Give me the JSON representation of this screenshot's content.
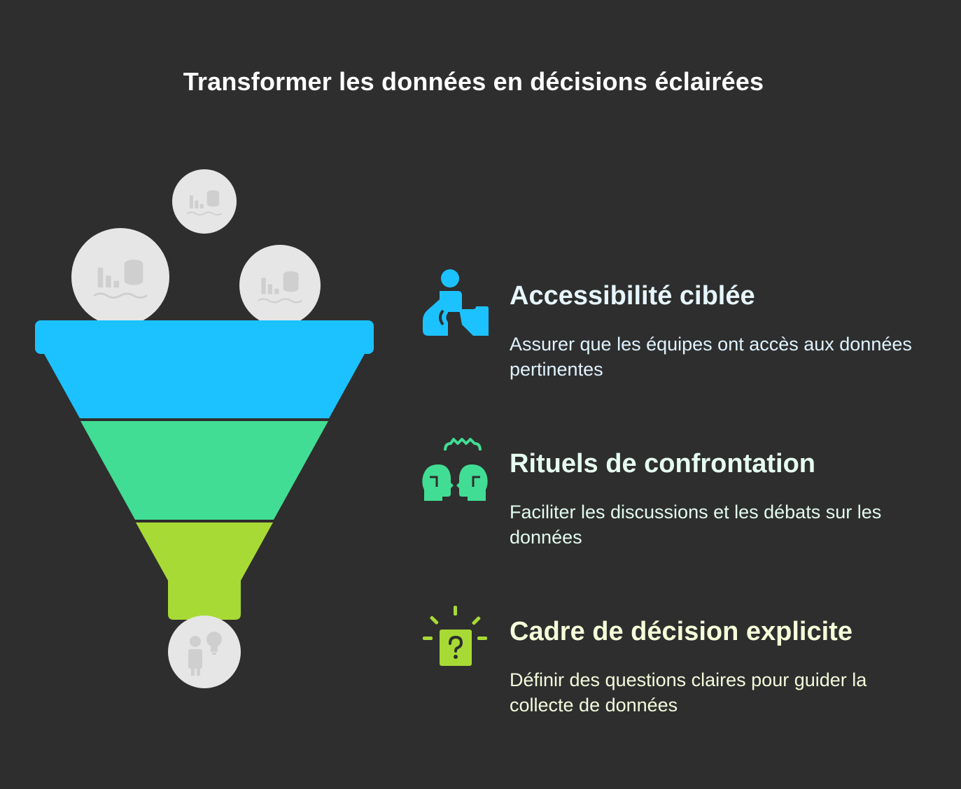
{
  "title": "Transformer les données en décisions éclairées",
  "funnel": {
    "stages": [
      {
        "name": "accessibility-stage",
        "color": "#1cc2ff"
      },
      {
        "name": "confrontation-stage",
        "color": "#42dd94"
      },
      {
        "name": "decision-stage",
        "color": "#a8da35"
      }
    ],
    "inputs_icon": "data-chart-database-icon",
    "output_icon": "person-lightbulb-icon",
    "bubble_color": "#e6e6e6"
  },
  "items": [
    {
      "heading": "Accessibilité ciblée",
      "description": "Assurer que les équipes ont accès aux données pertinentes",
      "icon": "person-access-icon",
      "color": "#1cc2ff",
      "heading_color": "#e6f6ff",
      "desc_color": "#dff3ff"
    },
    {
      "heading": "Rituels de confrontation",
      "description": "Faciliter les discussions et les débats sur les données",
      "icon": "debate-heads-icon",
      "color": "#42dd94",
      "heading_color": "#e6fff1",
      "desc_color": "#e2fbee"
    },
    {
      "heading": "Cadre de décision explicite",
      "description": "Définir des questions claires pour guider la collecte de données",
      "icon": "question-box-icon",
      "color": "#a8da35",
      "heading_color": "#f5ffd9",
      "desc_color": "#f3fbdc"
    }
  ]
}
